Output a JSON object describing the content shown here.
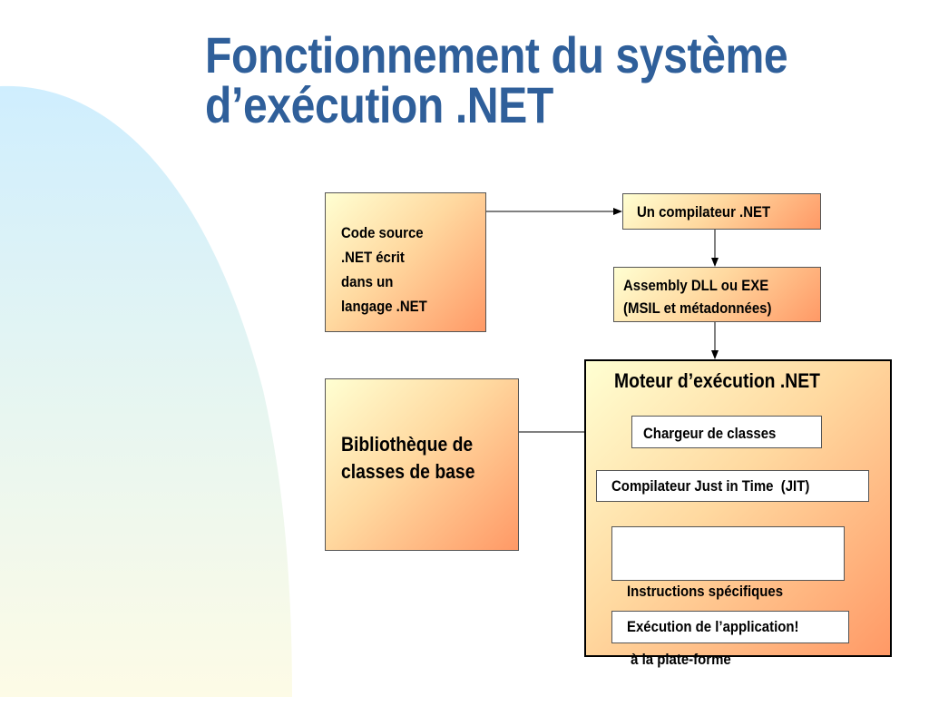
{
  "title": {
    "line1": "Fonctionnement du système",
    "line2": "d’exécution .NET"
  },
  "source_box": {
    "line1": "Code source",
    "line2": ".NET écrit",
    "line3": "dans un",
    "line4": "langage .NET"
  },
  "library_box": {
    "line1": "Bibliothèque de",
    "line2": "classes de base"
  },
  "compiler_box": {
    "label": "Un compilateur .NET"
  },
  "assembly_box": {
    "line1": "Assembly DLL ou EXE",
    "line2": "(MSIL et métadonnées)"
  },
  "engine": {
    "title": "Moteur d’exécution .NET",
    "loader": "Chargeur de classes",
    "jit": "Compilateur Just in Time  (JIT)",
    "native_line1": "Instructions spécifiques",
    "native_line2": " à la plate-forme",
    "execution": "Exécution de l’application!"
  },
  "colors": {
    "title": "#2f5f9a",
    "gradient_light": "#ffffd2",
    "gradient_dark": "#ff9966",
    "background_shape_top": "#cfeefe",
    "background_shape_bottom": "#fdfbe6"
  }
}
